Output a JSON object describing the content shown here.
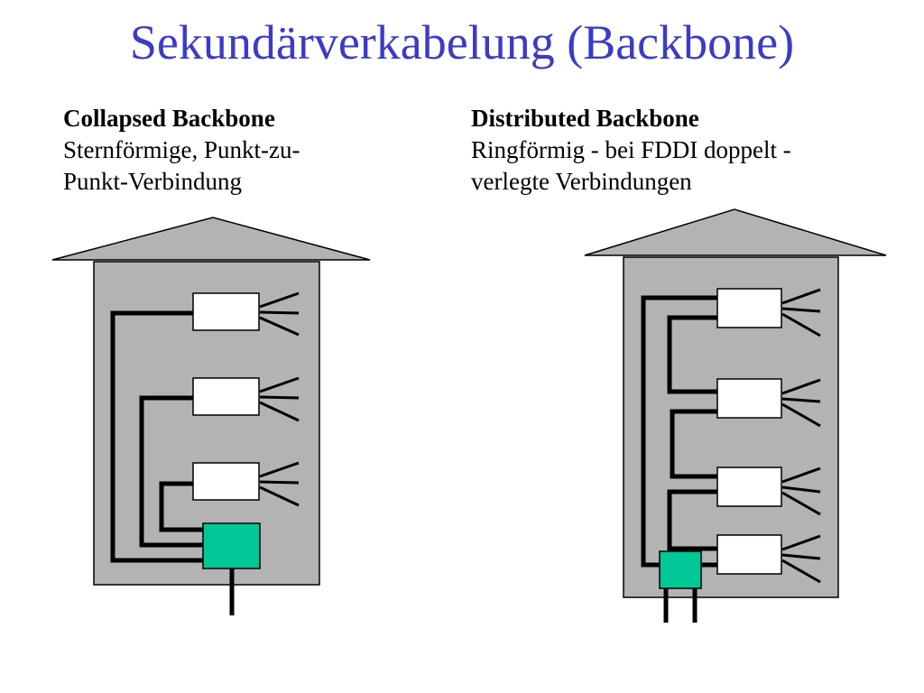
{
  "title": "Sekundärverkabelung (Backbone)",
  "left": {
    "heading": "Collapsed Backbone",
    "line1": "Sternförmige, Punkt-zu-",
    "line2": "Punkt-Verbindung"
  },
  "right": {
    "heading": "Distributed Backbone",
    "line1": "Ringförmig - bei FDDI doppelt -",
    "line2": "verlegte Verbindungen"
  },
  "colors": {
    "title": "#3b3bc8",
    "building": "#b3b3b3",
    "switch": "#00c896",
    "node": "#ffffff",
    "cable": "#000000"
  }
}
